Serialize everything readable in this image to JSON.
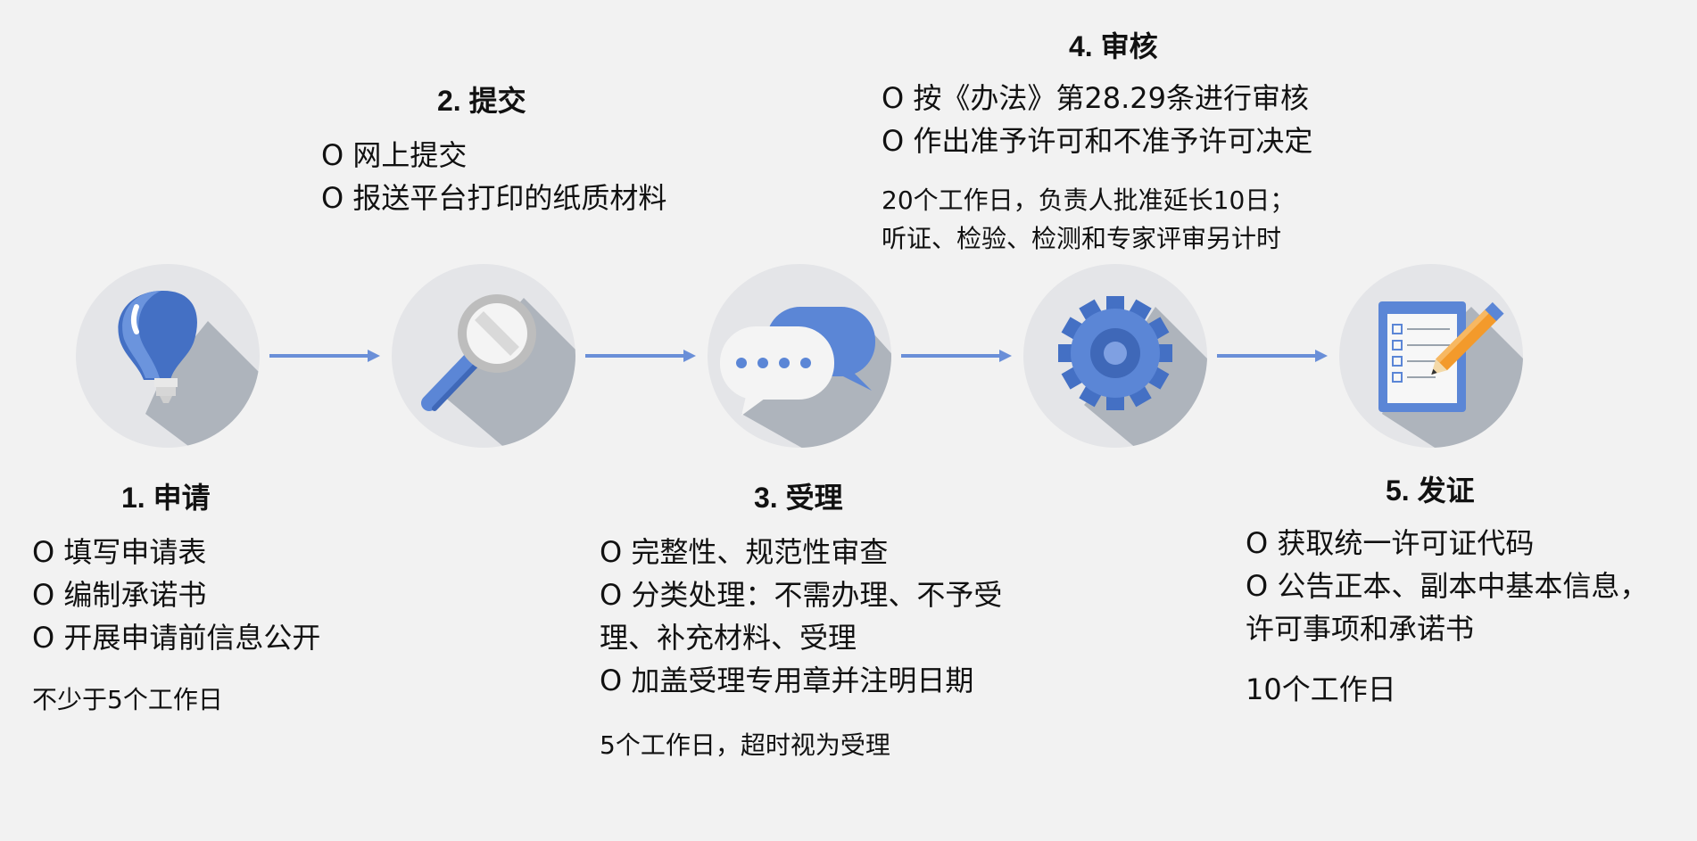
{
  "colors": {
    "background": "#f2f2f2",
    "circle": "#e4e5e8",
    "shadow": "#aeb4bc",
    "accent_blue": "#5b86d6",
    "dark_blue": "#3f68b8",
    "arrow": "#6a8fd8",
    "orange": "#f39a2b"
  },
  "icons": [
    "lightbulb-icon",
    "magnifier-icon",
    "chat-bubbles-icon",
    "gear-icon",
    "checklist-icon"
  ],
  "steps": [
    {
      "title": "1. 申请",
      "items": [
        "O 填写申请表",
        "O 编制承诺书",
        "O 开展申请前信息公开"
      ],
      "note": [
        "不少于5个工作日"
      ]
    },
    {
      "title": "2. 提交",
      "items": [
        "O 网上提交",
        "O 报送平台打印的纸质材料"
      ],
      "note": []
    },
    {
      "title": "3. 受理",
      "items": [
        "O 完整性、规范性审查",
        "O 分类处理：不需办理、不予受",
        "理、补充材料、受理",
        "O 加盖受理专用章并注明日期"
      ],
      "note": [
        "5个工作日，超时视为受理"
      ]
    },
    {
      "title": "4. 审核",
      "items": [
        "O 按《办法》第28.29条进行审核",
        "O 作出准予许可和不准予许可决定"
      ],
      "note": [
        "20个工作日，负责人批准延长10日；",
        "听证、检验、检测和专家评审另计时"
      ]
    },
    {
      "title": "5. 发证",
      "items": [
        "O 获取统一许可证代码",
        "O 公告正本、副本中基本信息，",
        "许可事项和承诺书"
      ],
      "note": [
        "10个工作日"
      ]
    }
  ]
}
